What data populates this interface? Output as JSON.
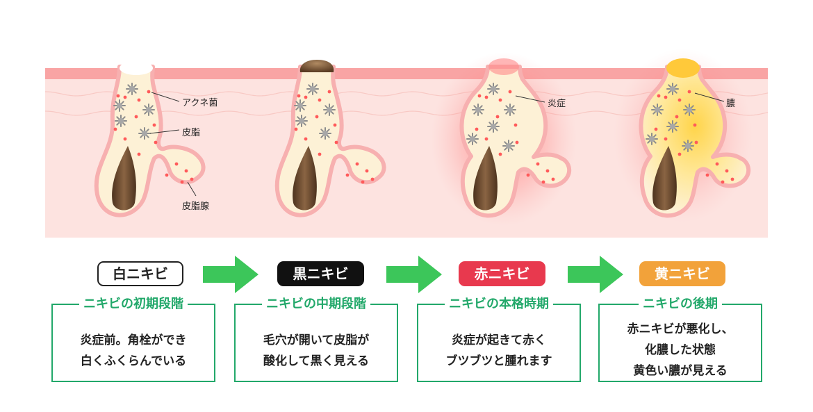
{
  "labels": {
    "acne_bacteria": "アクネ菌",
    "sebum": "皮脂",
    "sebaceous_gland": "皮脂腺",
    "inflammation": "炎症",
    "pus": "膿"
  },
  "stages": [
    {
      "badge": "白ニキビ",
      "title": "ニキビの初期段階",
      "lines": [
        "炎症前。角栓ができ",
        "白くふくらんでいる"
      ]
    },
    {
      "badge": "黒ニキビ",
      "title": "ニキビの中期段階",
      "lines": [
        "毛穴が開いて皮脂が",
        "酸化して黒く見える"
      ]
    },
    {
      "badge": "赤ニキビ",
      "title": "ニキビの本格時期",
      "lines": [
        "炎症が起きて赤く",
        "ブツブツと腫れます"
      ]
    },
    {
      "badge": "黄ニキビ",
      "title": "ニキビの後期",
      "lines": [
        "赤ニキビが悪化し、",
        "化膿した状態",
        "黄色い膿が見える"
      ]
    }
  ],
  "colors": {
    "skin_band": "#f9a4a4",
    "skin_body": "#fde3e0",
    "follicle_fill": "#fdf1d6",
    "follicle_edge": "#f7b0b0",
    "hair": "#6b4a2f",
    "white_badge_border": "#222222",
    "black_badge": "#111111",
    "red_badge": "#e8394e",
    "yellow_badge": "#f2a23a",
    "accent_green": "#22a86a",
    "arrow_green": "#3cc65a",
    "bacteria": "#8c8c8c",
    "sebum_dot": "#ff5a5a"
  }
}
